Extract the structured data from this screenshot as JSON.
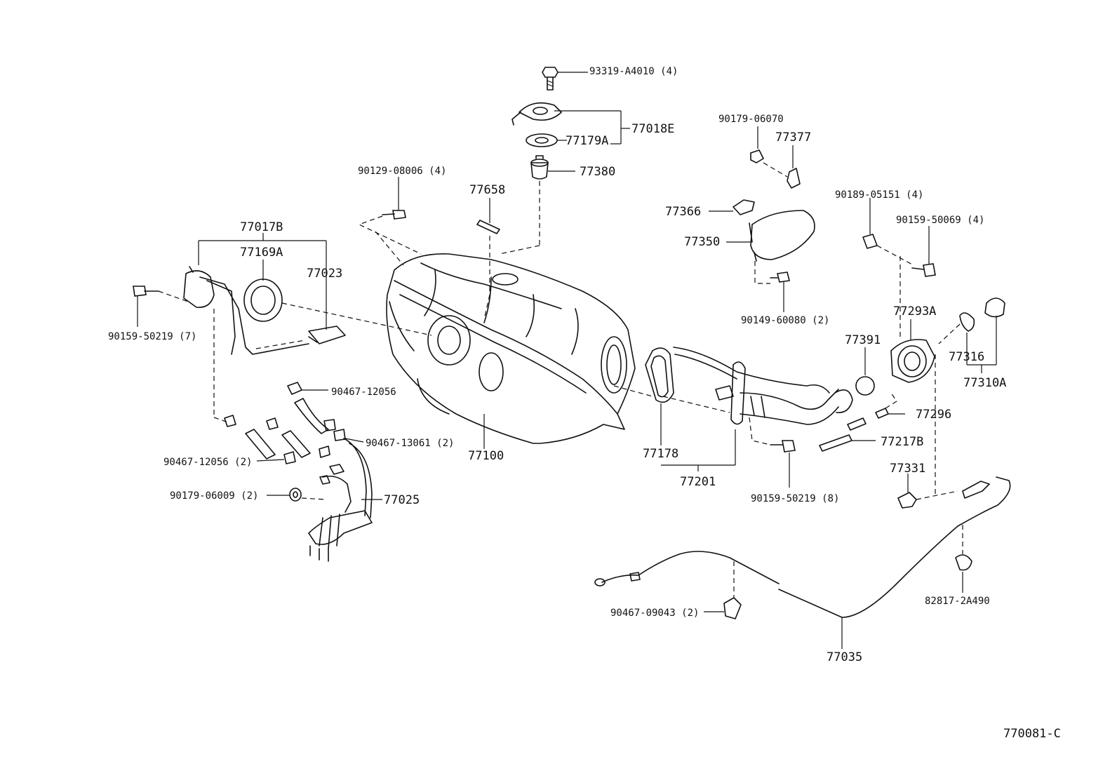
{
  "diagram_id": "770081-C",
  "labels": {
    "p93319": "93319-A4010 (4)",
    "p77018E": "77018E",
    "p77179A": "77179A",
    "p77380": "77380",
    "p90129": "90129-08006 (4)",
    "p77658": "77658",
    "p77017B": "77017B",
    "p77169A": "77169A",
    "p77023": "77023",
    "p90159a": "90159-50219 (7)",
    "p90467a": "90467-12056",
    "p90467b": "90467-13061 (2)",
    "p90467c": "90467-12056 (2)",
    "p90179a": "90179-06009 (2)",
    "p77025": "77025",
    "p77100": "77100",
    "p90179b": "90179-06070",
    "p77377": "77377",
    "p77366": "77366",
    "p77350": "77350",
    "p90149": "90149-60080 (2)",
    "p90189": "90189-05151 (4)",
    "p90159b": "90159-50069 (4)",
    "p77293A": "77293A",
    "p77391": "77391",
    "p77316": "77316",
    "p77310A": "77310A",
    "p77296": "77296",
    "p77217B": "77217B",
    "p77178": "77178",
    "p77201": "77201",
    "p90159c": "90159-50219 (8)",
    "p77331": "77331",
    "p82817": "82817-2A490",
    "p90467d": "90467-09043 (2)",
    "p77035": "77035"
  }
}
